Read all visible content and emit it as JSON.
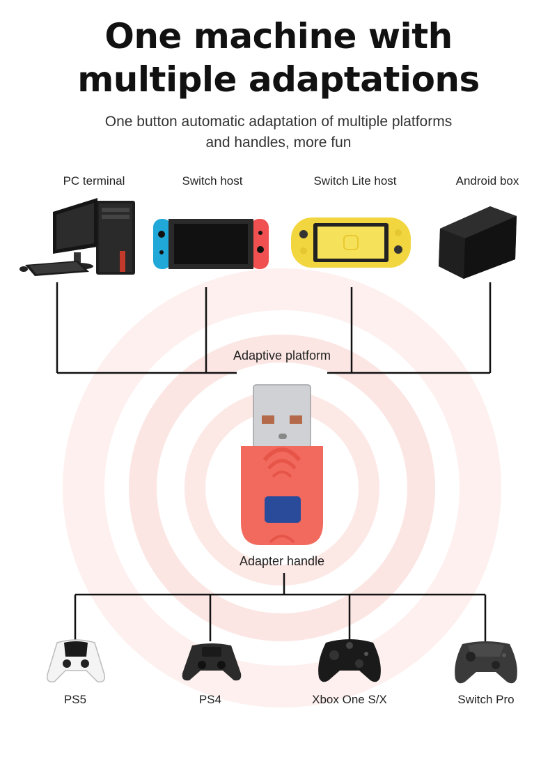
{
  "header": {
    "title_line1": "One machine with",
    "title_line2": "multiple adaptations",
    "subtitle_line1": "One button automatic adaptation of multiple platforms",
    "subtitle_line2": "and handles, more fun"
  },
  "platforms": [
    {
      "label": "PC terminal",
      "icon": "pc-icon"
    },
    {
      "label": "Switch host",
      "icon": "switch-console-icon"
    },
    {
      "label": "Switch Lite host",
      "icon": "switch-lite-icon"
    },
    {
      "label": "Android box",
      "icon": "android-box-icon"
    }
  ],
  "center": {
    "platform_label": "Adaptive platform",
    "handle_label": "Adapter handle"
  },
  "controllers": [
    {
      "label": "PS5",
      "icon": "ps5-controller-icon"
    },
    {
      "label": "PS4",
      "icon": "ps4-controller-icon"
    },
    {
      "label": "Xbox One S/X",
      "icon": "xbox-controller-icon"
    },
    {
      "label": "Switch Pro",
      "icon": "switch-pro-controller-icon"
    }
  ],
  "colors": {
    "adapter_body": "#f26a5e",
    "adapter_button": "#2a4b9a",
    "line": "#111111",
    "ring": "#fbe3e0"
  }
}
